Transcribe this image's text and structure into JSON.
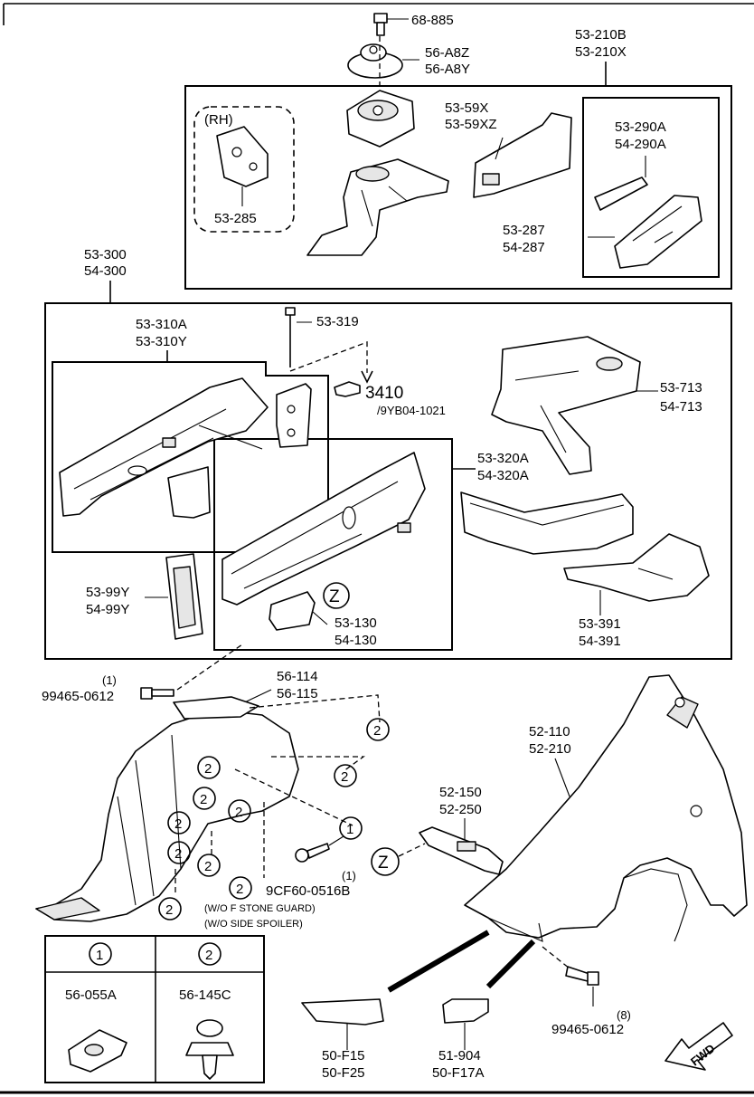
{
  "labels": {
    "p68885": "68-885",
    "p56a8z": "56-A8Z",
    "p56a8y": "56-A8Y",
    "p53210b": "53-210B",
    "p53210x": "53-210X",
    "rh": "(RH)",
    "p53285": "53-285",
    "p5359x": "53-59X",
    "p5359xz": "53-59XZ",
    "p53290a": "53-290A",
    "p54290a": "54-290A",
    "p53287": "53-287",
    "p54287": "54-287",
    "p53300": "53-300",
    "p54300": "54-300",
    "p53310a": "53-310A",
    "p53310y": "53-310Y",
    "p53319": "53-319",
    "p3410": "3410",
    "p9yb04": "/9YB04-1021",
    "p53713": "53-713",
    "p54713": "54-713",
    "p53320a": "53-320A",
    "p54320a": "54-320A",
    "p5399y": "53-99Y",
    "p5499y": "54-99Y",
    "z": "Z",
    "p53130": "53-130",
    "p54130": "54-130",
    "p53391": "53-391",
    "p54391": "54-391",
    "q1a": "(1)",
    "p99465a": "99465-0612",
    "p56114": "56-114",
    "p56115": "56-115",
    "p52110": "52-110",
    "p52210": "52-210",
    "p52150": "52-150",
    "p52250": "52-250",
    "q1b": "(1)",
    "p9cf60": "9CF60-0516B",
    "note1": "(W/O F STONE GUARD)",
    "note2": "(W/O SIDE SPOILER)",
    "q8": "(8)",
    "p99465b": "99465-0612",
    "p50f15": "50-F15",
    "p50f25": "50-F25",
    "p51904": "51-904",
    "p50f17a": "50-F17A",
    "fwd": "FWD"
  },
  "callouts": {
    "one": "1",
    "two": "2"
  },
  "legend": {
    "head1": "1",
    "head2": "2",
    "part1": "56-055A",
    "part2": "56-145C"
  }
}
